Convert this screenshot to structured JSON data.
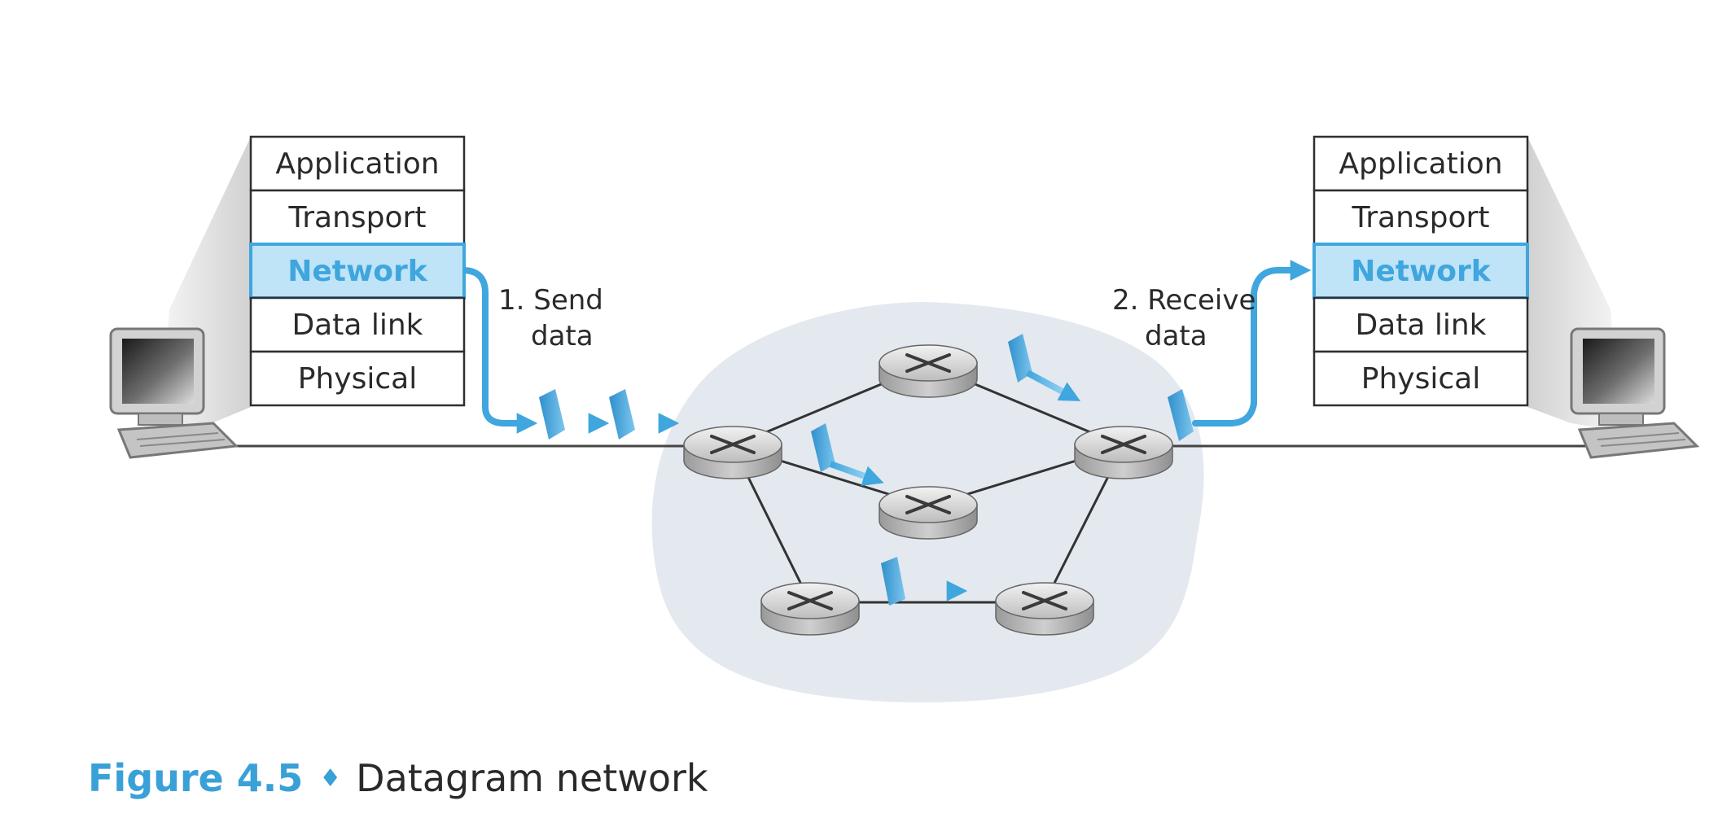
{
  "colors": {
    "accent": "#3fa6de",
    "network_highlight": "#bfe3f7",
    "cloud": "#e3e9ef",
    "router_body": "#c9c9c9",
    "box_border": "#2f2f2f"
  },
  "hosts": {
    "left": {
      "icon": "desktop-computer-icon"
    },
    "right": {
      "icon": "desktop-computer-icon"
    }
  },
  "left_stack": {
    "layers": [
      "Application",
      "Transport",
      "Network",
      "Data link",
      "Physical"
    ],
    "highlighted": "Network"
  },
  "right_stack": {
    "layers": [
      "Application",
      "Transport",
      "Network",
      "Data link",
      "Physical"
    ],
    "highlighted": "Network"
  },
  "steps": {
    "send": {
      "line1": "1. Send",
      "line2": "data"
    },
    "receive": {
      "line1": "2. Receive",
      "line2": "data"
    }
  },
  "network": {
    "router_icon": "router-icon",
    "router_count": 6,
    "packet_icon": "datagram-packet-icon"
  },
  "caption": {
    "label": "Figure 4.5",
    "separator": "♦",
    "title": "Datagram network"
  }
}
